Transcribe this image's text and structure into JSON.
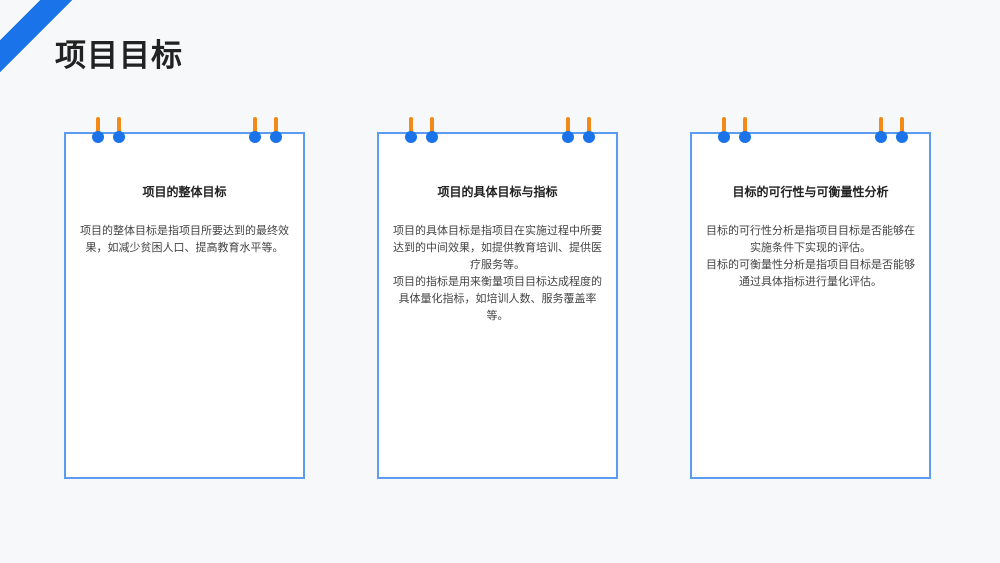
{
  "slide": {
    "title": "项目目标"
  },
  "colors": {
    "accent": "#1a73e8",
    "card_border": "#5b9bf0",
    "clip_pin": "#f28a18"
  },
  "cards": [
    {
      "title": "项目的整体目标",
      "body": "项目的整体目标是指项目所要达到的最终效果，如减少贫困人口、提高教育水平等。"
    },
    {
      "title": "项目的具体目标与指标",
      "body": "项目的具体目标是指项目在实施过程中所要达到的中间效果，如提供教育培训、提供医疗服务等。\n项目的指标是用来衡量项目目标达成程度的具体量化指标，如培训人数、服务覆盖率等。"
    },
    {
      "title": "目标的可行性与可衡量性分析",
      "body": "目标的可行性分析是指项目目标是否能够在实施条件下实现的评估。\n目标的可衡量性分析是指项目目标是否能够通过具体指标进行量化评估。"
    }
  ]
}
